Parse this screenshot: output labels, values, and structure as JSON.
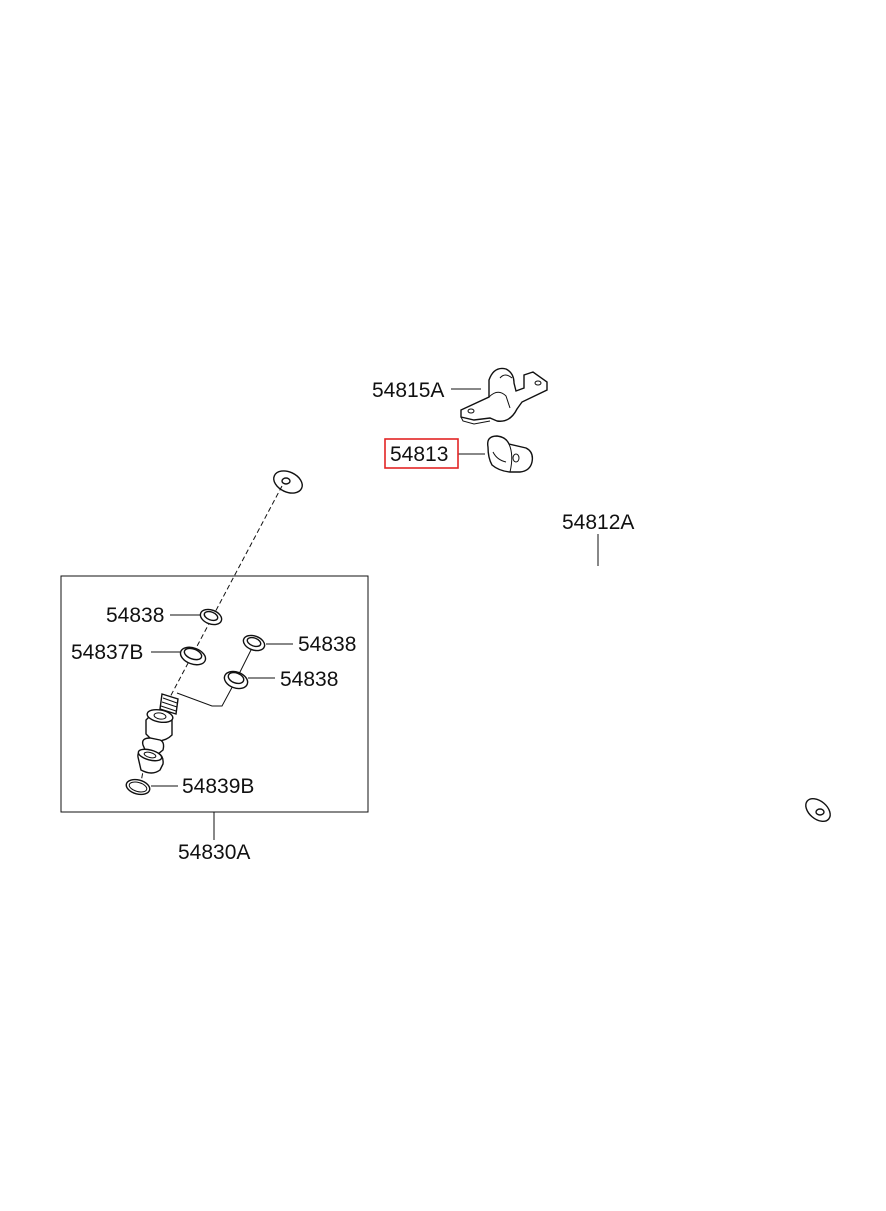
{
  "labels": {
    "bracket": "54815A",
    "bushing": "54813",
    "stabilizer_bar": "54812A",
    "washer_top_left": "54838",
    "bushing_37b": "54837B",
    "washer_right_top": "54838",
    "washer_right_bottom": "54838",
    "ring_39b": "54839B",
    "link_assembly": "54830A"
  },
  "highlight": {
    "target": "bushing",
    "color": "#e32424"
  },
  "colors": {
    "line": "#111111",
    "background": "#ffffff"
  }
}
